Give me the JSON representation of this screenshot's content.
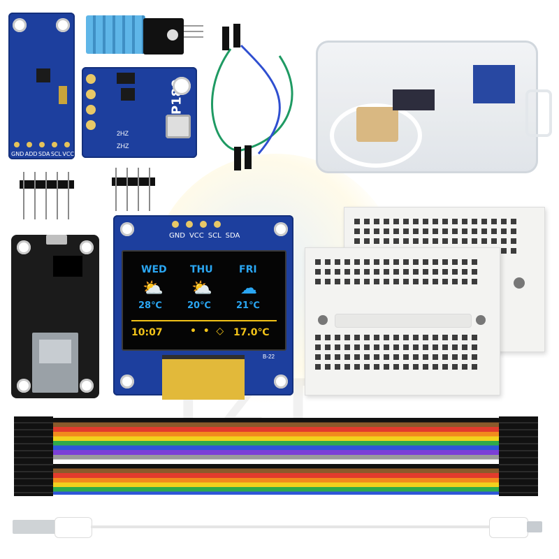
{
  "image": {
    "watermark": "TZT",
    "colors": {
      "pcb_blue": "#1d3f9e",
      "oled_text_blue": "#2aa6f2",
      "oled_text_yellow": "#f2c318",
      "header_black": "#111111",
      "breadboard_white": "#f3f3f1"
    }
  },
  "light_sensor": {
    "pins": [
      "GND",
      "ADD",
      "SDA",
      "SCL",
      "VCC"
    ]
  },
  "bmp180": {
    "title": "BMP180",
    "left_label": "2HZ",
    "left_label2": "ZHZ"
  },
  "oled": {
    "pins": [
      "GND",
      "VCC",
      "SCL",
      "SDA"
    ],
    "days": [
      "WED",
      "THU",
      "FRI"
    ],
    "temps": [
      "28℃",
      "20℃",
      "21℃"
    ],
    "time": "10:07",
    "temperature": "17.0℃",
    "revision": "B-22"
  }
}
